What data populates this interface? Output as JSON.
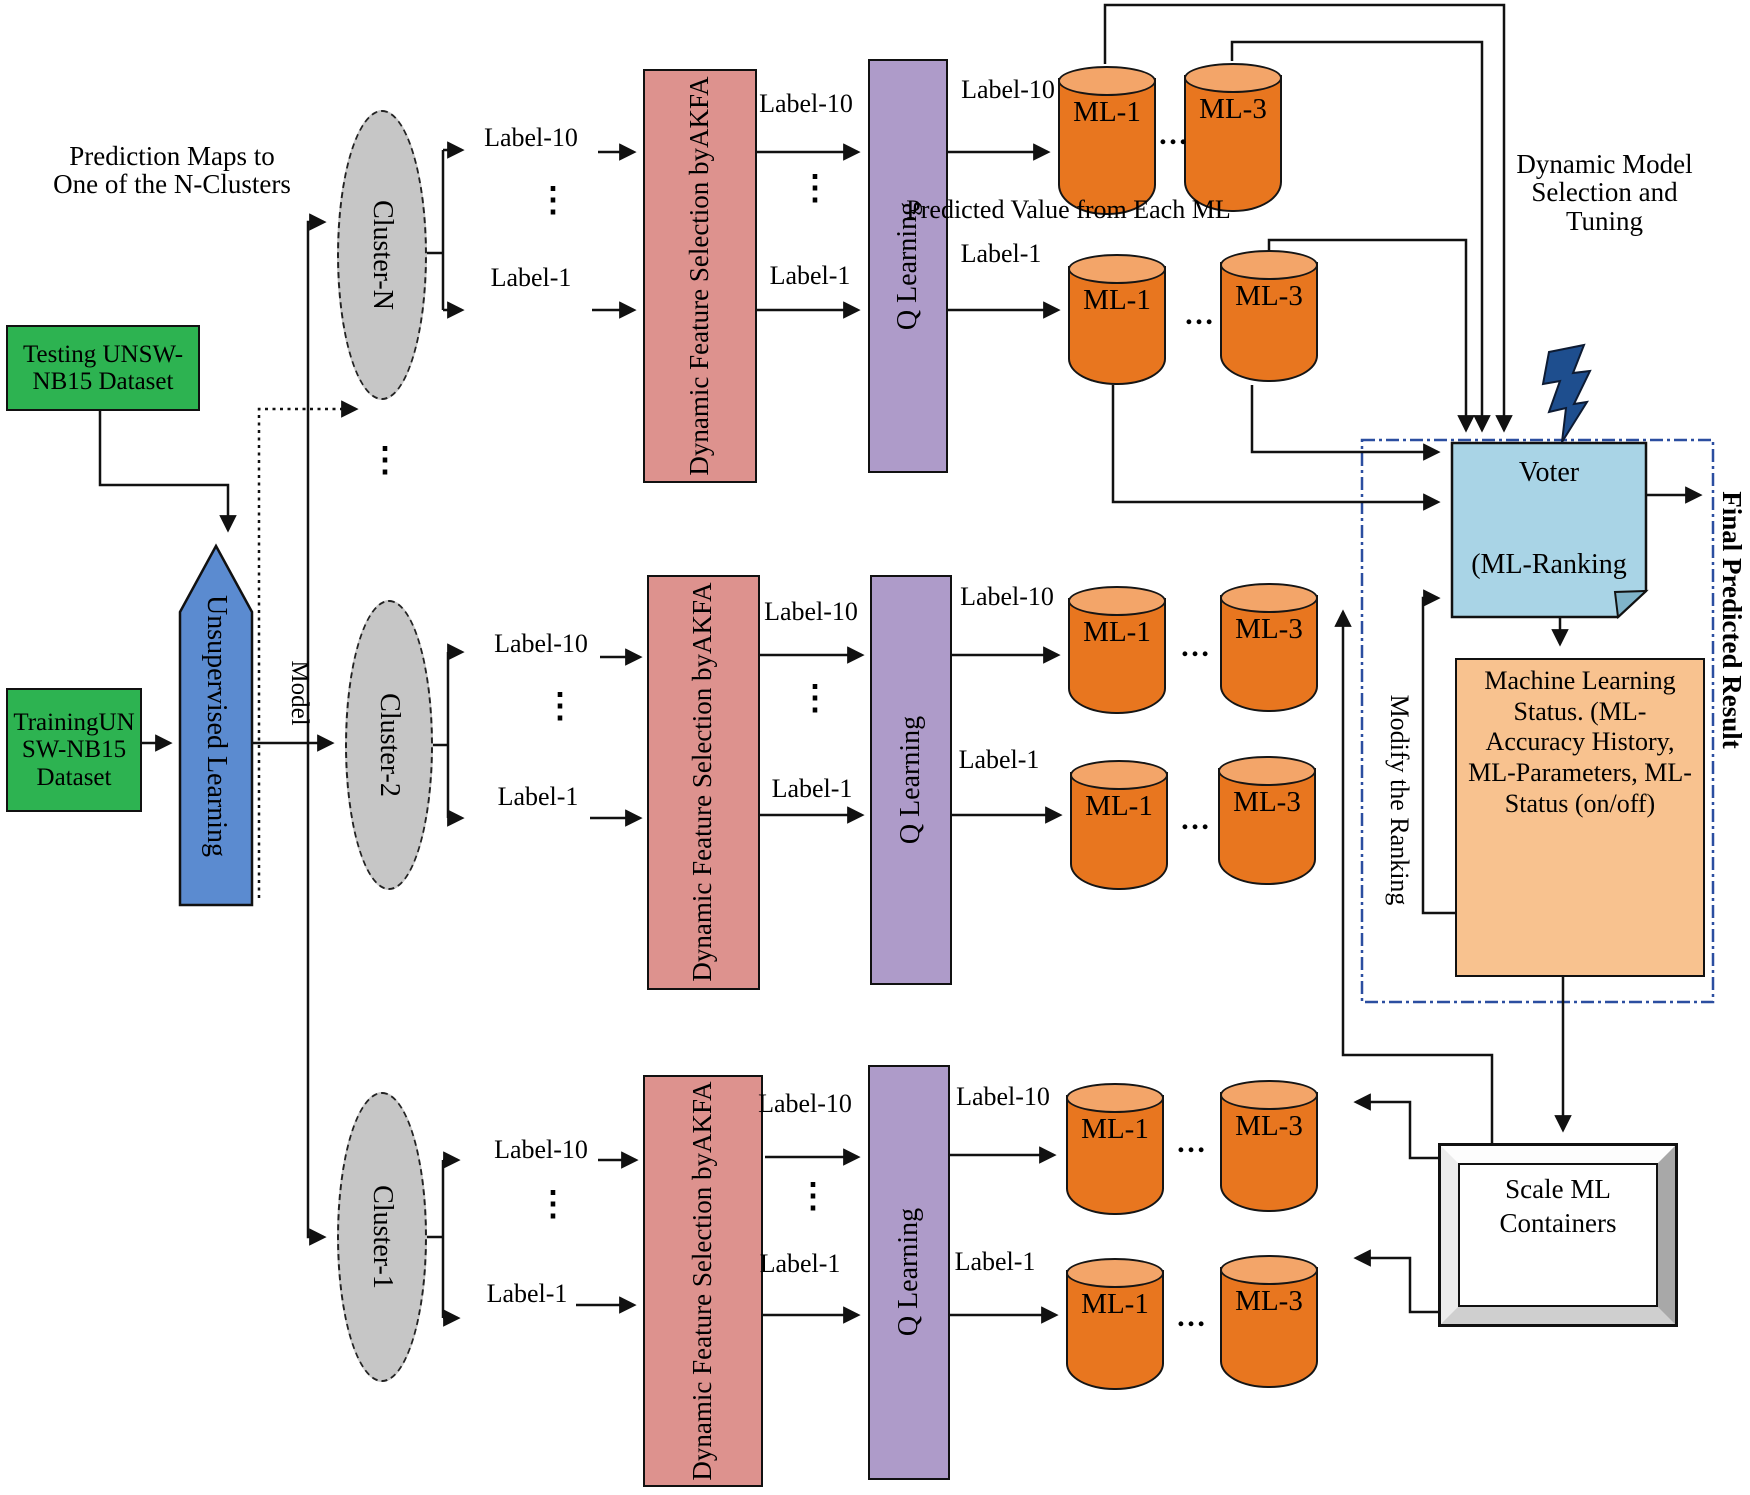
{
  "note_prediction": "Prediction Maps to One of the N-Clusters",
  "datasets": {
    "testing": "Testing UNSW-NB15 Dataset",
    "training": "TrainingUNSW-NB15 Dataset"
  },
  "unsupervised": "Unsupervised Learning",
  "model": "Model",
  "clusters": {
    "top": "Cluster-N",
    "middle": "Cluster-2",
    "bottom": "Cluster-1"
  },
  "labels": {
    "label10": "Label-10",
    "label1": "Label-1",
    "vdots": "⋮",
    "hdots": "…"
  },
  "akfa": {
    "line1": "Dynamic Feature Selection by",
    "line2": "AKFA"
  },
  "qlearning": "Q Learning",
  "ml": {
    "ml1": "ML-1",
    "ml3": "ML-3"
  },
  "predicted_value": "Predicted Value from Each ML",
  "dynamic_model_note": "Dynamic Model Selection and Tuning",
  "voter": {
    "title": "Voter",
    "subtitle": "(ML-Ranking"
  },
  "ml_status": "Machine Learning Status. (ML-Accuracy History, ML-Parameters, ML-Status (on/off)",
  "modify_ranking": "Modify the Ranking",
  "final_result": "Final Predicted Result",
  "scale_containers": "Scale ML Containers",
  "colors": {
    "dataset_green": "#2db351",
    "flow_blue": "#5b8bd0",
    "cluster_gray": "#c6c6c6",
    "akfa_pink": "#dd928e",
    "qlearning_purple": "#ae9bc9",
    "ml_orange": "#e8761f",
    "ml_orange_top": "#f3a569",
    "voter_blue": "#a9d4e6",
    "status_orange": "#f8c28f",
    "bolt_blue": "#1e4e8e",
    "boundary_blue": "#2b4ea0"
  }
}
